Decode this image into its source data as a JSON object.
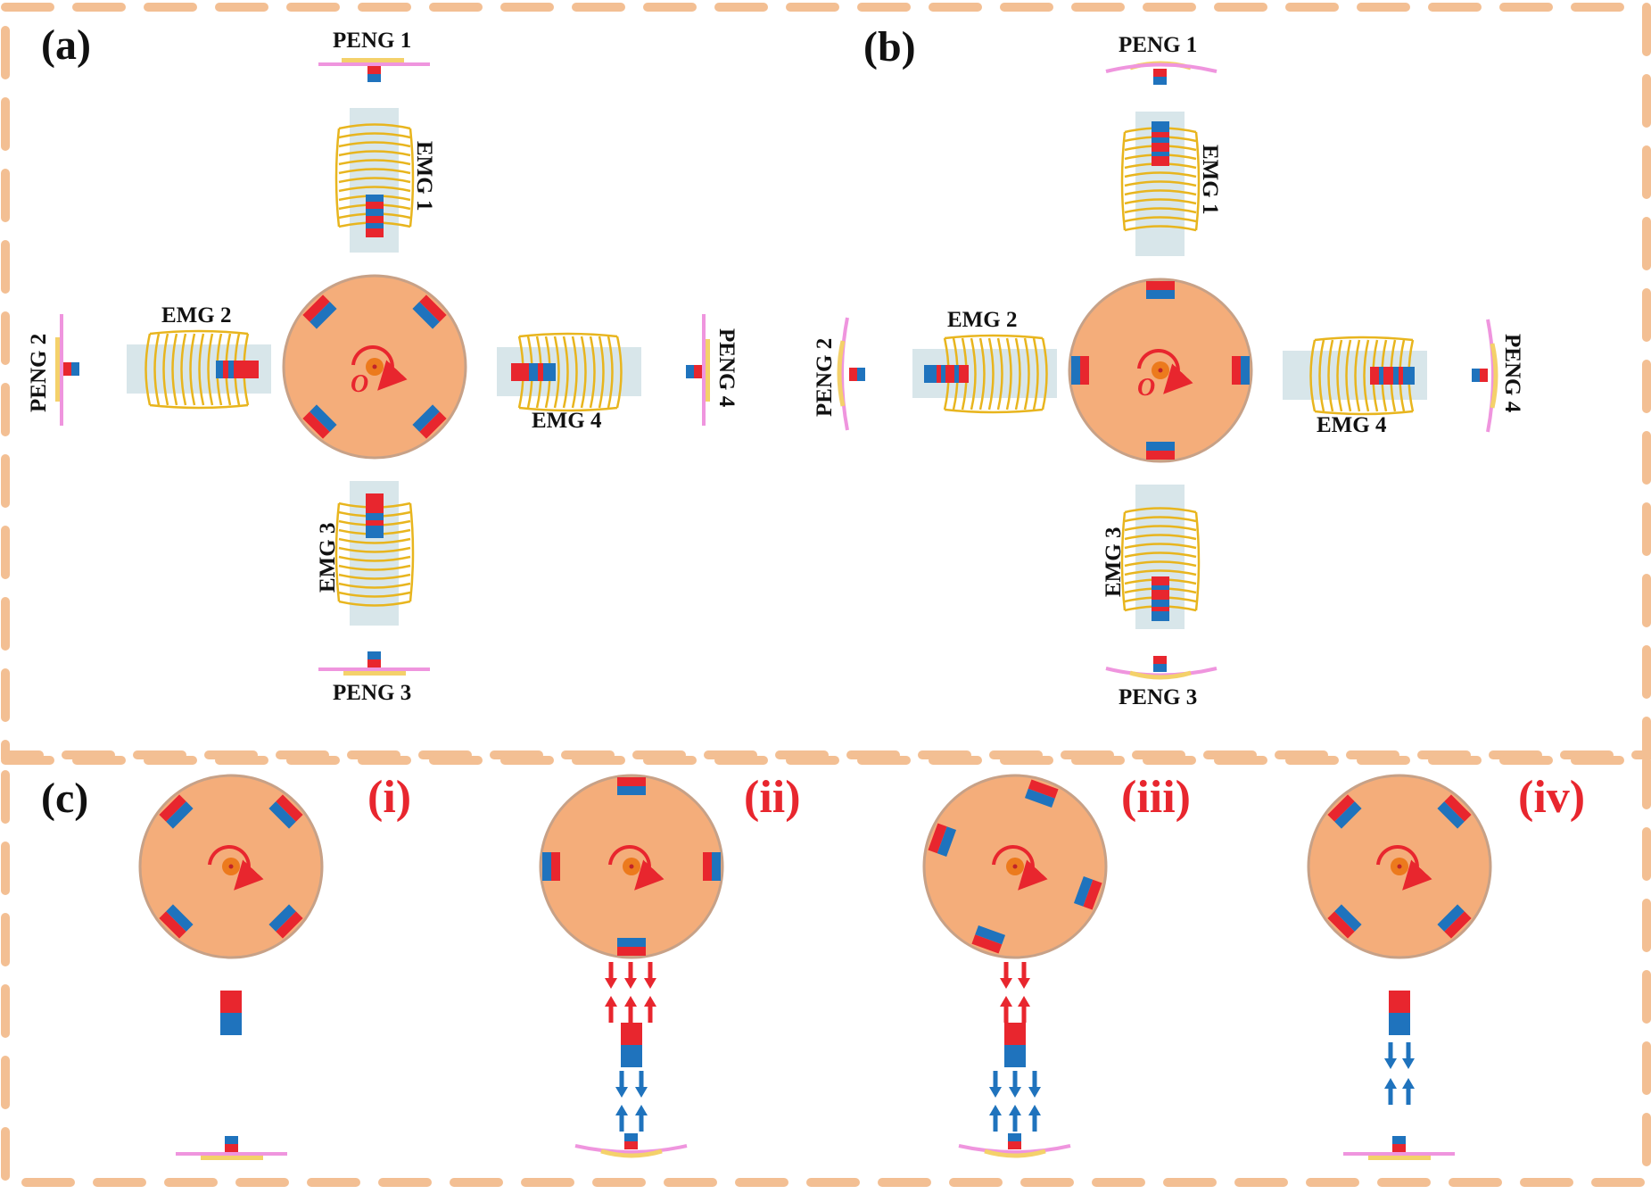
{
  "colors": {
    "frame_dash": "#f3bf93",
    "disk": "#f4ad7a",
    "disk_edge": "#c7a187",
    "hub": "#ec7a1d",
    "rotation_arrow": "#e8262e",
    "magnet_red": "#e8262e",
    "magnet_blue": "#1f73bd",
    "coil": "#e8b51e",
    "coil_box": "#d8e6ea",
    "peng_beam": "#ef95de",
    "peng_layer": "#f4d16a",
    "subpanel_label": "#e8262e",
    "text": "#111111"
  },
  "panel_a": {
    "tag": "(a)",
    "center_label": "O",
    "labels": {
      "peng1": "PENG 1",
      "peng2": "PENG 2",
      "peng3": "PENG 3",
      "peng4": "PENG 4",
      "emg1": "EMG 1",
      "emg2": "EMG 2",
      "emg3": "EMG 3",
      "emg4": "EMG 4"
    }
  },
  "panel_b": {
    "tag": "(b)",
    "center_label": "O",
    "labels": {
      "peng1": "PENG 1",
      "peng2": "PENG 2",
      "peng3": "PENG 3",
      "peng4": "PENG 4",
      "emg1": "EMG 1",
      "emg2": "EMG 2",
      "emg3": "EMG 3",
      "emg4": "EMG 4"
    }
  },
  "panel_c": {
    "tag": "(c)",
    "stages": [
      {
        "label": "(i)",
        "disk_magnets": "diagonal",
        "force_arrows": "none"
      },
      {
        "label": "(ii)",
        "disk_magnets": "axial",
        "force_arrows": "repulsive-compressed"
      },
      {
        "label": "(iii)",
        "disk_magnets": "rotated",
        "force_arrows": "repulsive-compressed"
      },
      {
        "label": "(iv)",
        "disk_magnets": "diagonal",
        "force_arrows": "attractive"
      }
    ]
  },
  "icons": {
    "rotation": "clockwise-arrow-icon",
    "magnet": "bar-magnet-icon",
    "coil": "coil-winding-icon",
    "peng": "piezo-beam-icon",
    "force": "magnetic-force-arrow-icon"
  }
}
